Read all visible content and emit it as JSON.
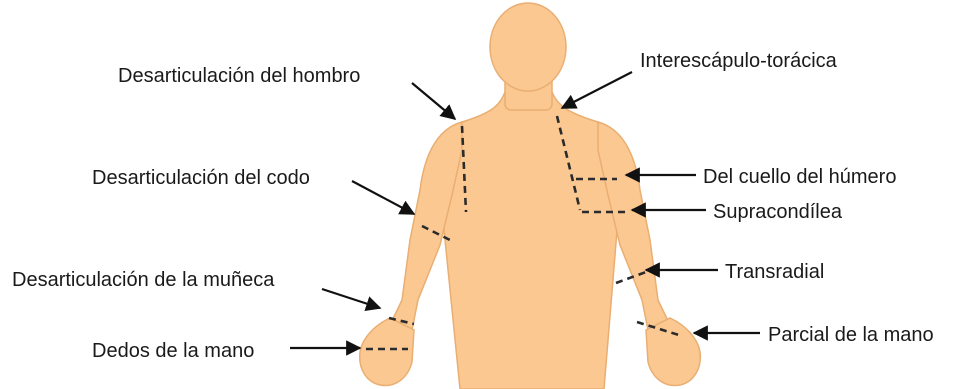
{
  "colors": {
    "skin": "#FBC892",
    "skin_outline": "#E9AE72",
    "cut_line": "#2b2b2b",
    "arrow": "#111111",
    "text": "#1a1a1a"
  },
  "labels": {
    "shoulder_disarticulation": "Desarticulación del hombro",
    "elbow_disarticulation": "Desarticulación del codo",
    "wrist_disarticulation": "Desarticulación de la muñeca",
    "fingers": "Dedos de la mano",
    "interscapulothoracic": "Interescápulo-torácica",
    "humeral_neck": "Del cuello del húmero",
    "supracondylar": "Supracondílea",
    "transradial": "Transradial",
    "partial_hand": "Parcial de la mano"
  }
}
